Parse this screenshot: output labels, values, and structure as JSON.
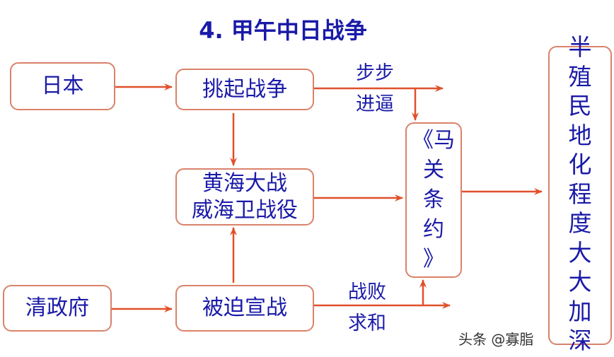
{
  "title": "4. 甲午中日战争",
  "nodes": {
    "japan": "日本",
    "provoke": "挑起战争",
    "battle_line1": "黄海大战",
    "battle_line2": "威海卫战役",
    "qing": "清政府",
    "forced": "被迫宣战",
    "treaty": [
      "《马",
      "关",
      "条",
      "约",
      "》"
    ],
    "result": [
      "半",
      "殖",
      "民",
      "地",
      "化",
      "程",
      "度",
      "大",
      "大",
      "加",
      "深"
    ]
  },
  "labels": {
    "advance_1": "步步",
    "advance_2": "进逼",
    "defeat_1": "战败",
    "defeat_2": "求和"
  },
  "watermark": "头条 @寡脂",
  "colors": {
    "text": "#1a1aa8",
    "arrow": "#e0502a",
    "border": "#d9826a"
  }
}
